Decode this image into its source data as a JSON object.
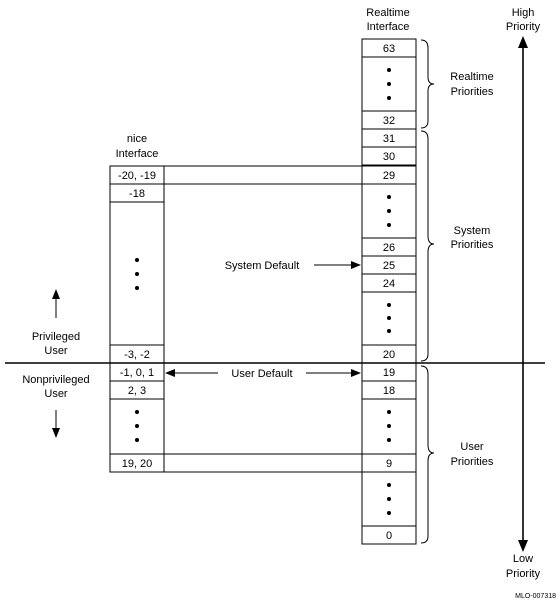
{
  "headings": {
    "realtime_interface": [
      "Realtime",
      "Interface"
    ],
    "nice_interface": [
      "nice",
      "Interface"
    ],
    "high_priority": [
      "High",
      "Priority"
    ],
    "low_priority": [
      "Low",
      "Priority"
    ]
  },
  "realtime_column": {
    "cells": [
      "63",
      "",
      "32",
      "31",
      "30",
      "29",
      "",
      "26",
      "25",
      "24",
      "",
      "20",
      "19",
      "18",
      "",
      "9",
      "",
      "0"
    ]
  },
  "nice_column": {
    "cells": [
      "-20, -19",
      "-18",
      "",
      "-3, -2",
      "-1, 0, 1",
      "2, 3",
      "",
      "19, 20"
    ]
  },
  "brace_labels": {
    "realtime": [
      "Realtime",
      "Priorities"
    ],
    "system": [
      "System",
      "Priorities"
    ],
    "user": [
      "User",
      "Priorities"
    ]
  },
  "arrows": {
    "system_default": "System Default",
    "user_default": "User Default"
  },
  "side_labels": {
    "privileged": [
      "Privileged",
      "User"
    ],
    "nonprivileged": [
      "Nonprivileged",
      "User"
    ]
  },
  "figure_id": "MLO-007318"
}
